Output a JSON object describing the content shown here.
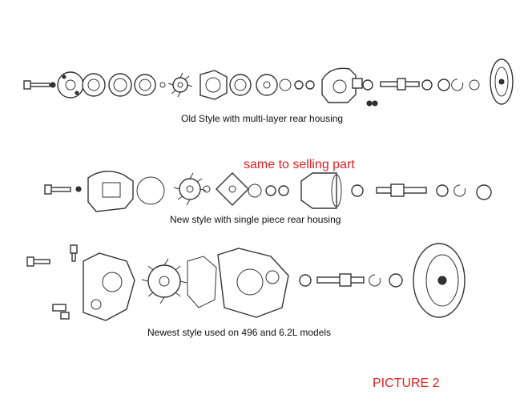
{
  "captions": {
    "old_style": "Old Style with multi-layer rear housing",
    "new_style": "New style with single piece rear housing",
    "newest_style": "Newest style used on 496 and 6.2L models"
  },
  "annotation": {
    "text": "same to selling part",
    "color": "#e02020"
  },
  "picture_label": {
    "text": "PICTURE 2",
    "color": "#e02020"
  }
}
